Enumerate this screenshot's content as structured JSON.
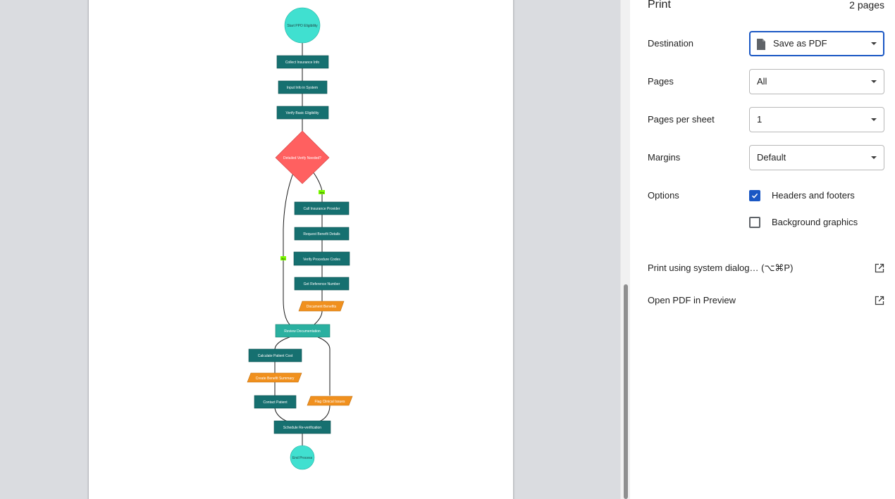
{
  "print_panel": {
    "title": "Print",
    "page_count": "2 pages",
    "destination": {
      "label": "Destination",
      "value": "Save as PDF"
    },
    "pages": {
      "label": "Pages",
      "value": "All"
    },
    "pages_per_sheet": {
      "label": "Pages per sheet",
      "value": "1"
    },
    "margins": {
      "label": "Margins",
      "value": "Default"
    },
    "options": {
      "label": "Options",
      "headers_and_footers": {
        "label": "Headers and footers",
        "checked": true
      },
      "background_graphics": {
        "label": "Background graphics",
        "checked": false
      }
    },
    "system_dialog_link": "Print using system dialog… (⌥⌘P)",
    "open_pdf_link": "Open PDF in Preview",
    "accent_color": "#1a57c4"
  },
  "flowchart": {
    "colors": {
      "terminal": "#40e0d0",
      "process": "#167070",
      "decision": "#ff6060",
      "data": "#f0901e",
      "highlight": "#2ab0a0",
      "edge_label": "#7cfc00"
    },
    "nodes": {
      "start": "Start PPO Eligibility",
      "collect": "Collect Insurance Info",
      "input": "Input Info in System",
      "verify_basic": "Verify Basic Eligibility",
      "decision": "Detailed Verify Needed?",
      "call_provider": "Call Insurance Provider",
      "request_details": "Request Benefit Details",
      "verify_codes": "Verify Procedure Codes",
      "get_reference": "Get Reference Number",
      "document": "Document Benefits",
      "review": "Review Documentation",
      "calculate": "Calculate Patient Cost",
      "summary": "Create Benefit Summary",
      "contact": "Contact Patient",
      "flag": "Flag Clinical Issues",
      "schedule": "Schedule Re-verification",
      "end": "End Process"
    },
    "edge_labels": {
      "yes": "Yes",
      "no": "No"
    }
  }
}
